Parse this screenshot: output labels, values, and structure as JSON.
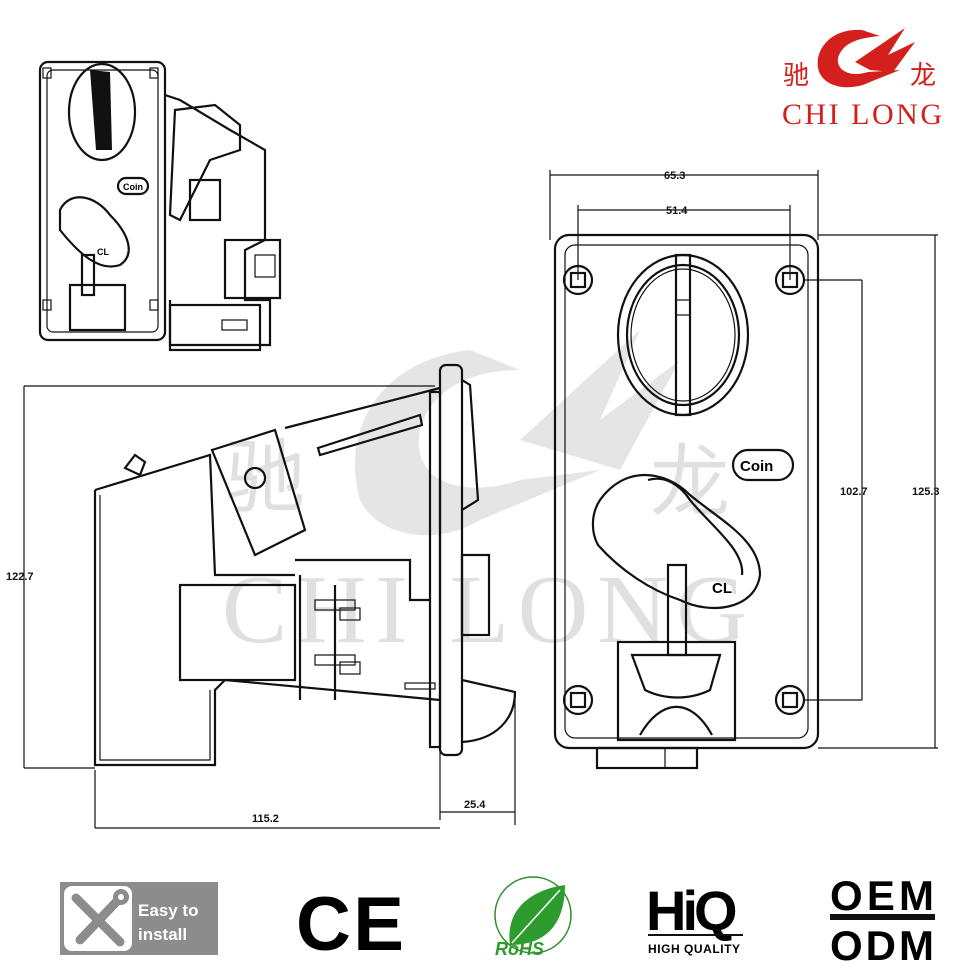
{
  "logo": {
    "zh_left": "驰",
    "zh_right": "龙",
    "mark": "CL",
    "name": "CHI LONG",
    "color": "#d4201c"
  },
  "watermark": {
    "zh_left": "驰",
    "zh_right": "龙",
    "name": "CHI LONG"
  },
  "front_view": {
    "coin_label": "Coin",
    "handle_label": "CL",
    "dimensions": {
      "total_width": "65.3",
      "hole_spacing_width": "51.4",
      "hole_spacing_height": "102.7",
      "total_height": "125.3"
    }
  },
  "side_view": {
    "dimensions": {
      "height": "122.7",
      "depth": "115.2",
      "bezel_depth": "25.4"
    }
  },
  "perspective_view": {
    "coin_label": "Coin",
    "handle_label": "CL"
  },
  "badges": {
    "easy_install": {
      "line1": "Easy to",
      "line2": "install"
    },
    "ce": "CE",
    "rohs": "RoHS",
    "hiq": {
      "mark": "HiQ",
      "caption": "HIGH QUALITY"
    },
    "oem_odm": {
      "top": "OEM",
      "bottom": "ODM"
    }
  }
}
